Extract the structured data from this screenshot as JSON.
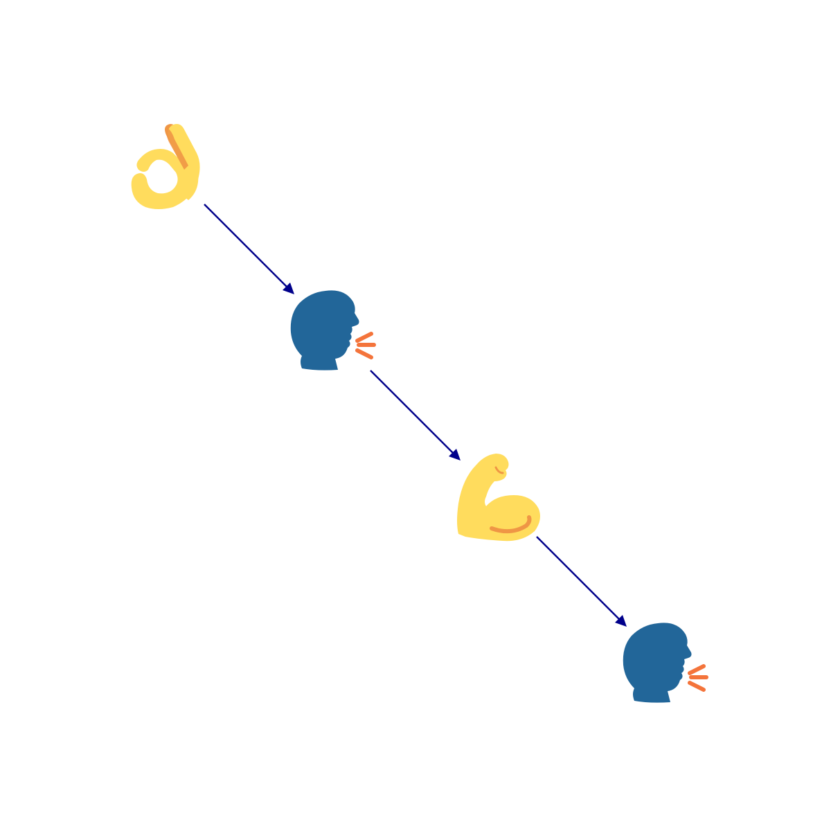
{
  "diagram": {
    "nodes": [
      {
        "id": "n1",
        "icon": "ok-hand-icon",
        "skin": "#FFDC5D",
        "shade": "#EF9645"
      },
      {
        "id": "n2",
        "icon": "speaking-head-icon",
        "head": "#226699",
        "speech": "#F4743B"
      },
      {
        "id": "n3",
        "icon": "flexed-biceps-icon",
        "skin": "#FFDC5D",
        "shade": "#EF9645"
      },
      {
        "id": "n4",
        "icon": "speaking-head-icon",
        "head": "#226699",
        "speech": "#F4743B"
      }
    ],
    "edges": [
      {
        "from": "n1",
        "to": "n2"
      },
      {
        "from": "n2",
        "to": "n3"
      },
      {
        "from": "n3",
        "to": "n4"
      }
    ],
    "edge_color": "#00008B"
  }
}
